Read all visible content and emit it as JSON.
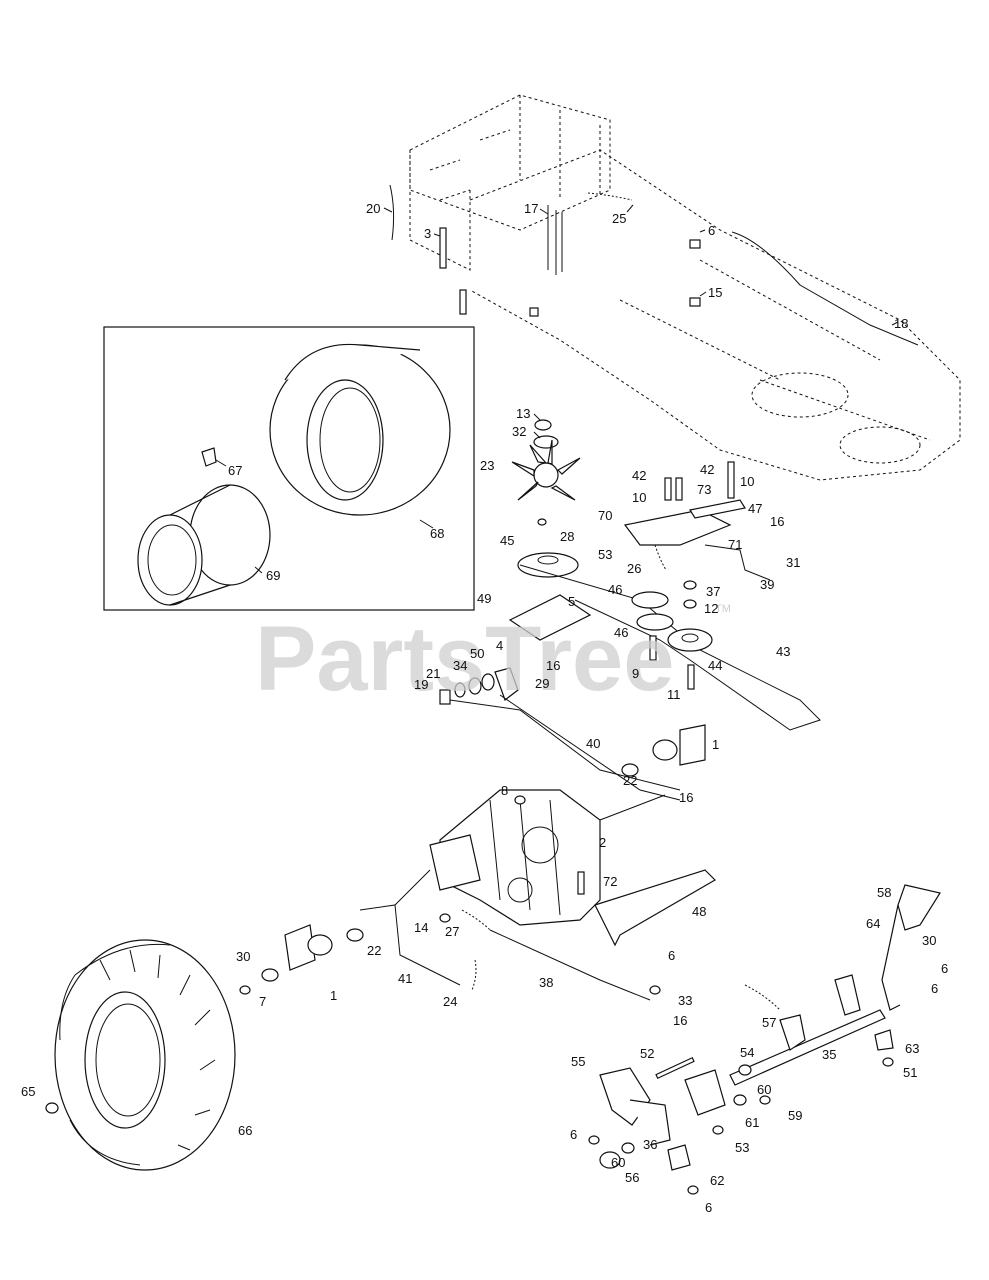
{
  "watermark": {
    "text": "PartsTree",
    "trademark": "TM"
  },
  "callouts": [
    {
      "id": "c20",
      "text": "20"
    },
    {
      "id": "c17",
      "text": "17"
    },
    {
      "id": "c25",
      "text": "25"
    },
    {
      "id": "c3",
      "text": "3"
    },
    {
      "id": "c6a",
      "text": "6"
    },
    {
      "id": "c15",
      "text": "15"
    },
    {
      "id": "c18",
      "text": "18"
    },
    {
      "id": "c13",
      "text": "13"
    },
    {
      "id": "c32",
      "text": "32"
    },
    {
      "id": "c23",
      "text": "23"
    },
    {
      "id": "c67",
      "text": "67"
    },
    {
      "id": "c68",
      "text": "68"
    },
    {
      "id": "c69",
      "text": "69"
    },
    {
      "id": "c42a",
      "text": "42"
    },
    {
      "id": "c42b",
      "text": "42"
    },
    {
      "id": "c10a",
      "text": "10"
    },
    {
      "id": "c73",
      "text": "73"
    },
    {
      "id": "c10b",
      "text": "10"
    },
    {
      "id": "c70",
      "text": "70"
    },
    {
      "id": "c47",
      "text": "47"
    },
    {
      "id": "c16a",
      "text": "16"
    },
    {
      "id": "c28",
      "text": "28"
    },
    {
      "id": "c45",
      "text": "45"
    },
    {
      "id": "c53a",
      "text": "53"
    },
    {
      "id": "c71",
      "text": "71"
    },
    {
      "id": "c26",
      "text": "26"
    },
    {
      "id": "c31",
      "text": "31"
    },
    {
      "id": "c39",
      "text": "39"
    },
    {
      "id": "c37",
      "text": "37"
    },
    {
      "id": "c46a",
      "text": "46"
    },
    {
      "id": "c12",
      "text": "12"
    },
    {
      "id": "c49",
      "text": "49"
    },
    {
      "id": "c5",
      "text": "5"
    },
    {
      "id": "c46b",
      "text": "46"
    },
    {
      "id": "c4",
      "text": "4"
    },
    {
      "id": "c43",
      "text": "43"
    },
    {
      "id": "c50",
      "text": "50"
    },
    {
      "id": "c16b",
      "text": "16"
    },
    {
      "id": "c44",
      "text": "44"
    },
    {
      "id": "c34",
      "text": "34"
    },
    {
      "id": "c29",
      "text": "29"
    },
    {
      "id": "c9",
      "text": "9"
    },
    {
      "id": "c21",
      "text": "21"
    },
    {
      "id": "c19",
      "text": "19"
    },
    {
      "id": "c11",
      "text": "11"
    },
    {
      "id": "c1a",
      "text": "1"
    },
    {
      "id": "c40",
      "text": "40"
    },
    {
      "id": "c22a",
      "text": "22"
    },
    {
      "id": "c8",
      "text": "8"
    },
    {
      "id": "c16c",
      "text": "16"
    },
    {
      "id": "c2",
      "text": "2"
    },
    {
      "id": "c72",
      "text": "72"
    },
    {
      "id": "c48",
      "text": "48"
    },
    {
      "id": "c58",
      "text": "58"
    },
    {
      "id": "c64",
      "text": "64"
    },
    {
      "id": "c30a",
      "text": "30"
    },
    {
      "id": "c6b",
      "text": "6"
    },
    {
      "id": "c6c",
      "text": "6"
    },
    {
      "id": "c14",
      "text": "14"
    },
    {
      "id": "c27",
      "text": "27"
    },
    {
      "id": "c22b",
      "text": "22"
    },
    {
      "id": "c6d",
      "text": "6"
    },
    {
      "id": "c30b",
      "text": "30"
    },
    {
      "id": "c7",
      "text": "7"
    },
    {
      "id": "c1b",
      "text": "1"
    },
    {
      "id": "c41",
      "text": "41"
    },
    {
      "id": "c24",
      "text": "24"
    },
    {
      "id": "c38",
      "text": "38"
    },
    {
      "id": "c33",
      "text": "33"
    },
    {
      "id": "c16d",
      "text": "16"
    },
    {
      "id": "c57",
      "text": "57"
    },
    {
      "id": "c63",
      "text": "63"
    },
    {
      "id": "c35",
      "text": "35"
    },
    {
      "id": "c51",
      "text": "51"
    },
    {
      "id": "c52",
      "text": "52"
    },
    {
      "id": "c54",
      "text": "54"
    },
    {
      "id": "c55",
      "text": "55"
    },
    {
      "id": "c60a",
      "text": "60"
    },
    {
      "id": "c59",
      "text": "59"
    },
    {
      "id": "c61",
      "text": "61"
    },
    {
      "id": "c65",
      "text": "65"
    },
    {
      "id": "c66",
      "text": "66"
    },
    {
      "id": "c6e",
      "text": "6"
    },
    {
      "id": "c36",
      "text": "36"
    },
    {
      "id": "c53b",
      "text": "53"
    },
    {
      "id": "c60b",
      "text": "60"
    },
    {
      "id": "c56",
      "text": "56"
    },
    {
      "id": "c62",
      "text": "62"
    },
    {
      "id": "c6f",
      "text": "6"
    }
  ]
}
